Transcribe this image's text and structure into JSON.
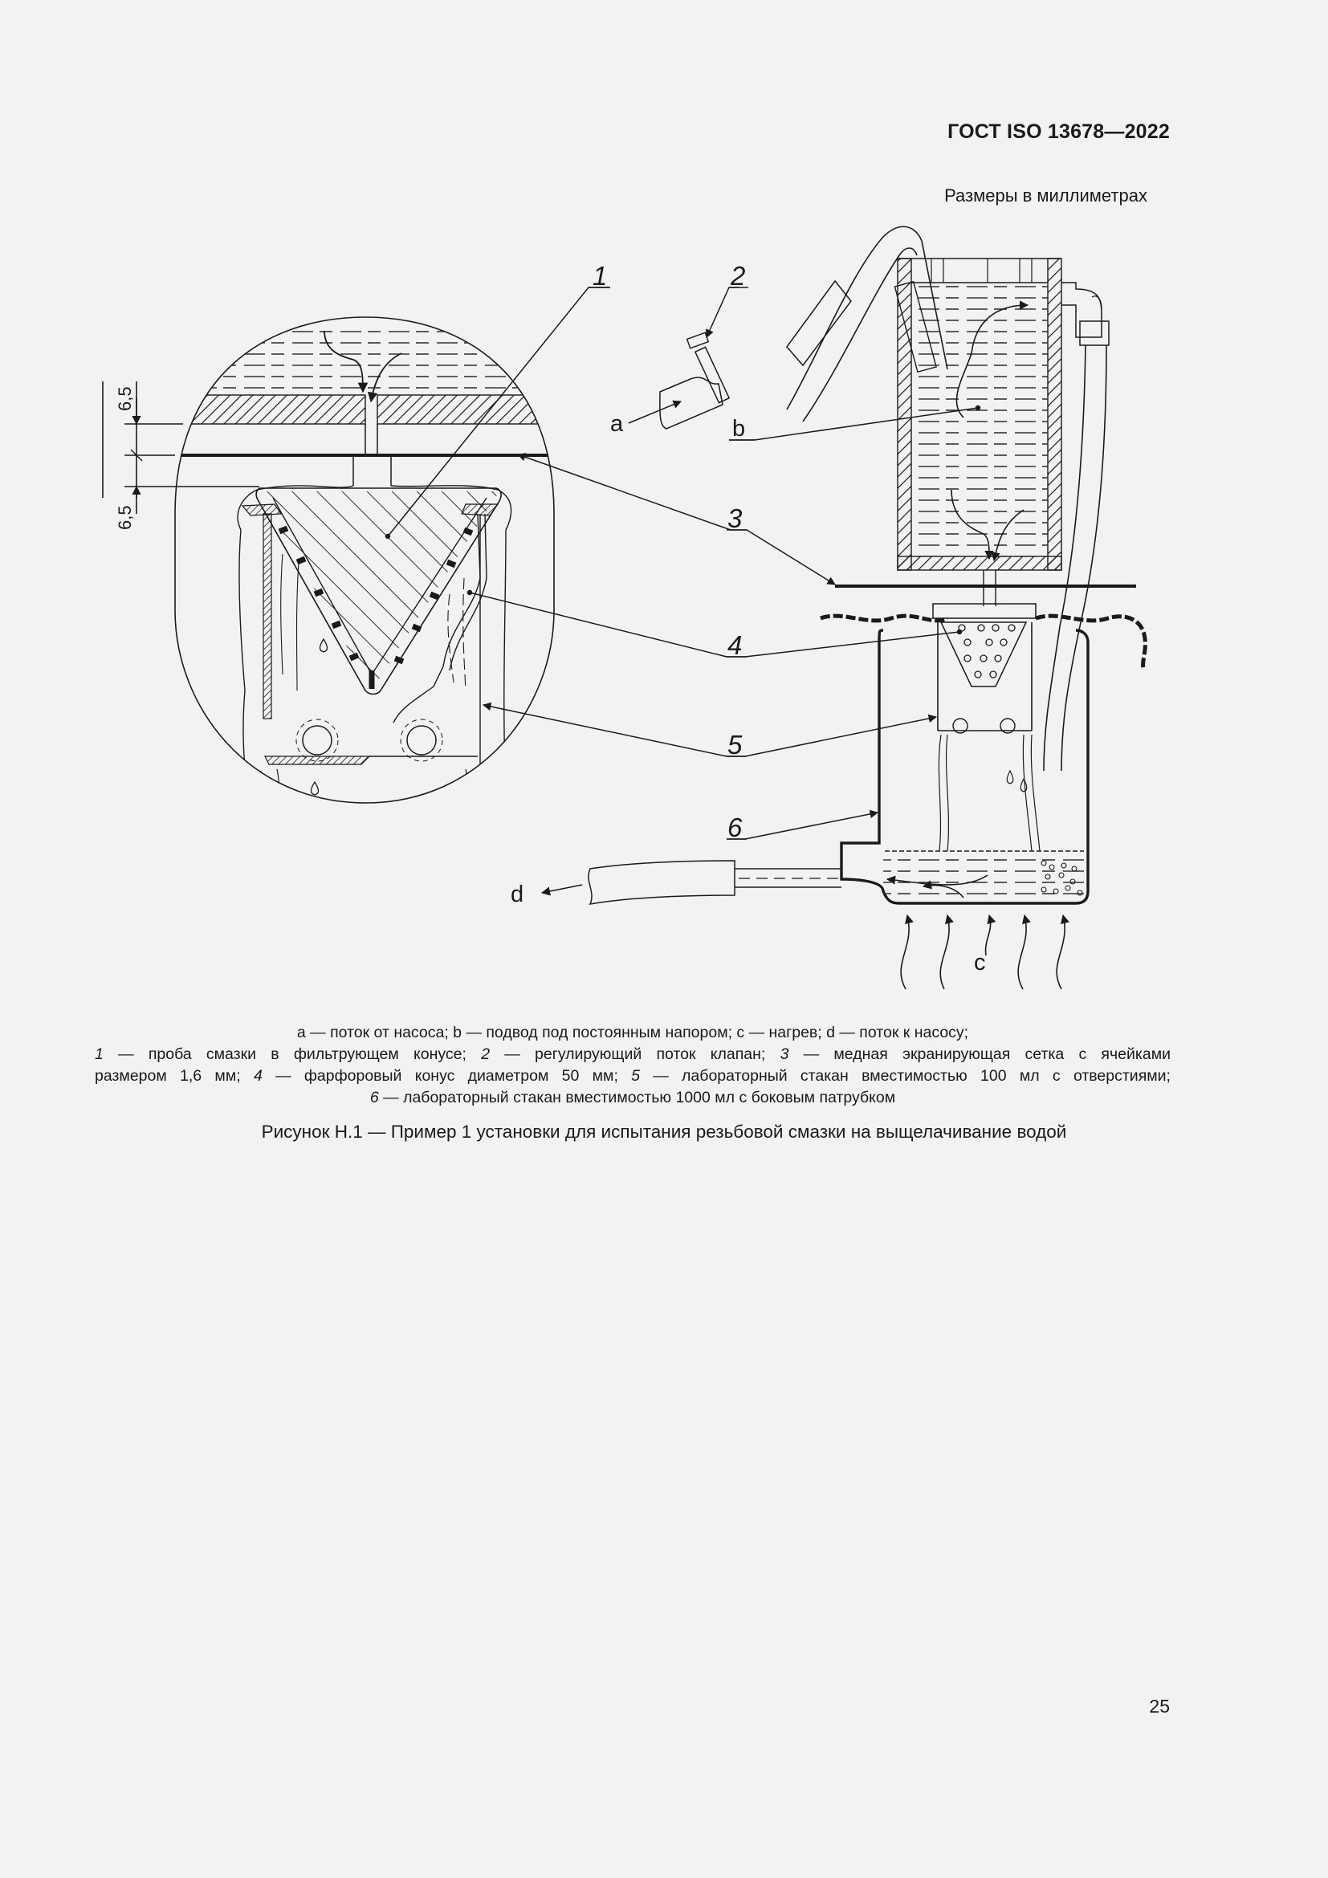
{
  "header": {
    "document_code": "ГОСТ ISO 13678—2022",
    "units_note": "Размеры в миллиметрах"
  },
  "figure": {
    "callouts": {
      "n1": "1",
      "n2": "2",
      "n3": "3",
      "n4": "4",
      "n5": "5",
      "n6": "6",
      "a": "a",
      "b": "b",
      "c": "c",
      "d": "d"
    },
    "dimensions": {
      "upper": "6,5",
      "lower": "6,5"
    }
  },
  "legend": {
    "line1": "a — поток от насоса; b — подвод под постоянным напором; c — нагрев; d — поток к насосу;",
    "items": [
      {
        "num": "1",
        "text": " — проба смазки в фильтрующем конусе; "
      },
      {
        "num": "2",
        "text": " — регулирующий поток клапан; "
      },
      {
        "num": "3",
        "text": " — медная экранирующая сетка с ячейками размером 1,6 мм; "
      },
      {
        "num": "4",
        "text": " — фарфоровый конус диаметром 50 мм; "
      },
      {
        "num": "5",
        "text": " — лабораторный стакан вместимостью 100 мл с отверстиями;"
      },
      {
        "num": "6",
        "text": " — лабораторный стакан вместимостью 1000 мл с боковым патрубком"
      }
    ],
    "line2_part1_num": "1",
    "line2_part1": " — проба смазки в фильтрующем конусе; ",
    "line2_part2_num": "2",
    "line2_part2": " — регулирующий поток клапан; ",
    "line2_part3_num": "3",
    "line2_part3": " — медная экранирующая сетка с ячейками",
    "line3_part1": "размером 1,6 мм; ",
    "line3_part2_num": "4",
    "line3_part2": " — фарфоровый конус диаметром 50 мм; ",
    "line3_part3_num": "5",
    "line3_part3": " — лабораторный стакан вместимостью 100 мл с отверстиями;",
    "line4_num": "6",
    "line4": " — лабораторный стакан вместимостью 1000 мл с боковым патрубком"
  },
  "caption": "Рисунок Н.1 — Пример 1 установки для испытания резьбовой смазки на выщелачивание водой",
  "page_number": "25"
}
